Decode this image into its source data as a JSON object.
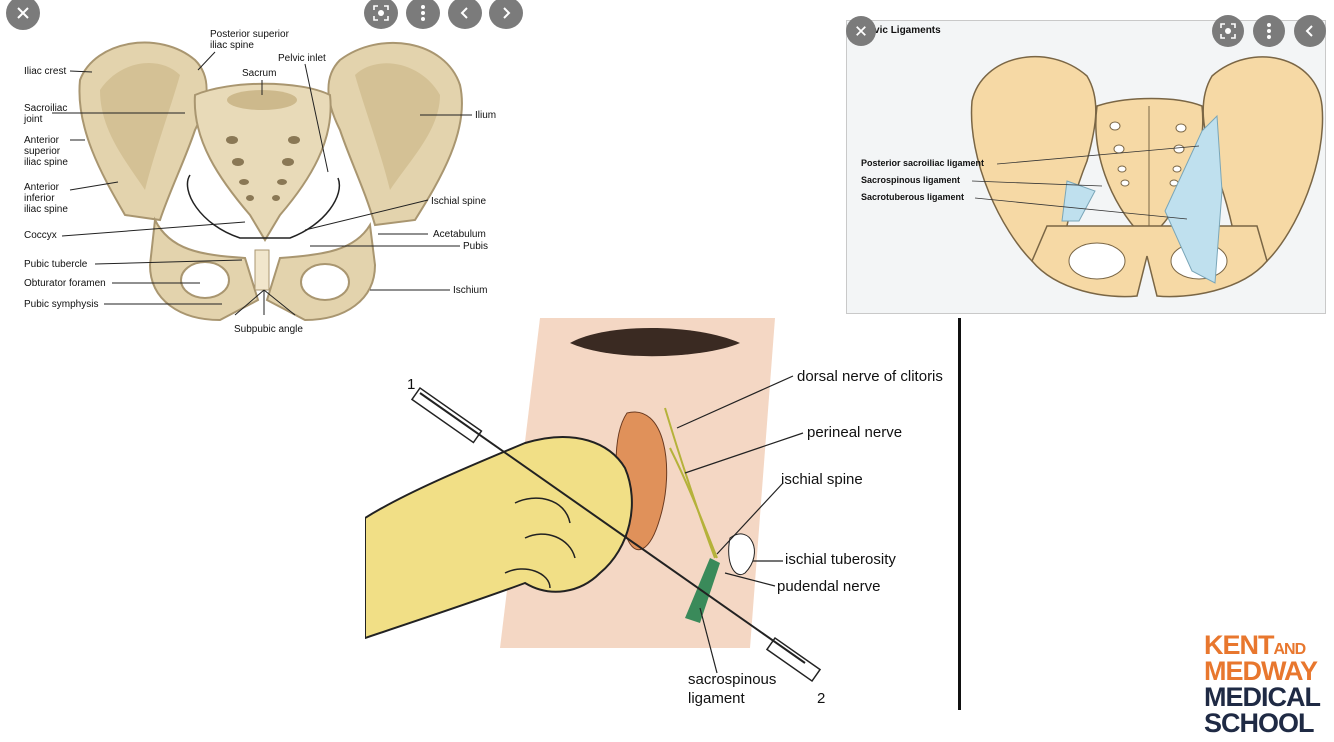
{
  "toolbar_left": {
    "close_icon": "close-icon",
    "buttons": [
      "lens-icon",
      "more-vert-icon",
      "chevron-left-icon",
      "chevron-right-icon"
    ]
  },
  "pelvis": {
    "labels": {
      "iliac_crest": "Iliac crest",
      "sacroiliac_joint": "Sacroiliac\njoint",
      "asis": "Anterior\nsuperior\niliac spine",
      "aiis": "Anterior\ninferior\niliac spine",
      "coccyx": "Coccyx",
      "pubic_tubercle": "Pubic tubercle",
      "obturator_foramen": "Obturator foramen",
      "pubic_symphysis": "Pubic symphysis",
      "psis": "Posterior superior\niliac spine",
      "sacrum": "Sacrum",
      "pelvic_inlet": "Pelvic inlet",
      "ilium": "Ilium",
      "ischial_spine": "Ischial spine",
      "acetabulum": "Acetabulum",
      "pubis": "Pubis",
      "ischium": "Ischium",
      "subpubic_angle": "Subpubic angle"
    }
  },
  "ligaments": {
    "title": "Pelvic Ligaments",
    "labels": {
      "posterior_sacroiliac": "Posterior sacroiliac ligament",
      "sacrospinous": "Sacrospinous ligament",
      "sacrotuberous": "Sacrotuberous ligament"
    },
    "buttons": [
      "close-icon",
      "lens-icon",
      "more-vert-icon",
      "chevron-left-icon"
    ]
  },
  "block": {
    "labels": {
      "dorsal_nerve": "dorsal nerve of clitoris",
      "perineal_nerve": "perineal nerve",
      "ischial_spine": "ischial spine",
      "ischial_tuberosity": "ischial tuberosity",
      "pudendal_nerve": "pudendal nerve",
      "sacrospinous_ligament": "sacrospinous\nligament",
      "num1": "1",
      "num2": "2"
    }
  },
  "logo": {
    "line1_a": "KENT",
    "line1_b": "AND",
    "line2": "MEDWAY",
    "line3": "MEDICAL",
    "line4": "SCHOOL",
    "orange": "#e8772e",
    "navy": "#1f2a44"
  },
  "colors": {
    "bone": "#e3d3ad",
    "bone_shadow": "#b9a67f",
    "ligament_bone": "#f6d9a5",
    "ligament_blue": "#bfe0ee",
    "glove": "#f1df86",
    "skin": "#f4d7c4"
  }
}
